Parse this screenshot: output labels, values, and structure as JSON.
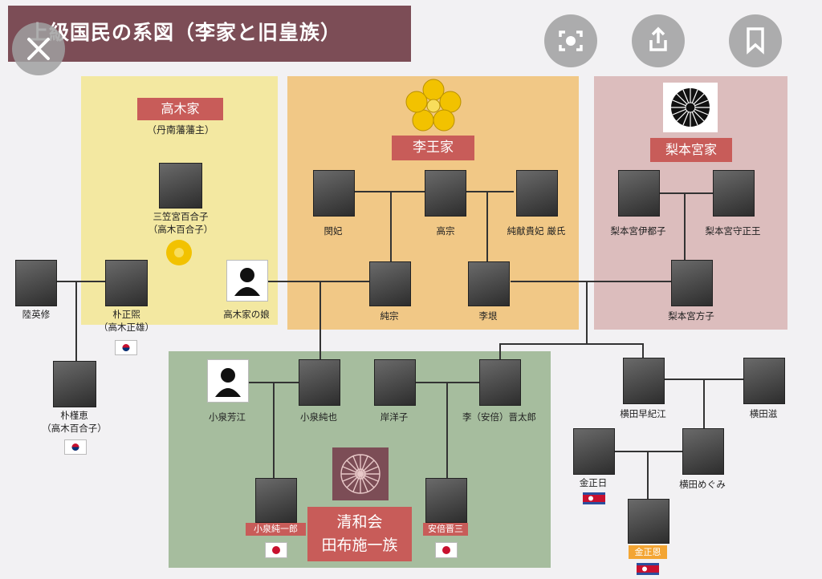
{
  "title": "上級国民の系図（李家と旧皇族）",
  "sections": {
    "takagi": {
      "label": "高木家",
      "sub": "（丹南藩藩主）"
    },
    "ri": {
      "label": "李王家"
    },
    "nashimoto": {
      "label": "梨本宮家"
    },
    "seiwa": {
      "label": "清和会",
      "label2": "田布施一族"
    }
  },
  "people": {
    "mikasa": {
      "line1": "三笠宮百合子",
      "line2": "（高木百合子）"
    },
    "riku": {
      "line1": "陸英修"
    },
    "boku": {
      "line1": "朴正煕",
      "line2": "（高木正雄）"
    },
    "parkgh": {
      "line1": "朴槿恵",
      "line2": "（高木百合子）"
    },
    "takagi_daughter": {
      "line1": "高木家の娘"
    },
    "binhi": {
      "line1": "閔妃"
    },
    "kojo": {
      "line1": "高宗"
    },
    "junken": {
      "line1": "純献貴妃 厳氏"
    },
    "junso": {
      "line1": "純宗"
    },
    "rigin": {
      "line1": "李垠"
    },
    "itsuko": {
      "line1": "梨本宮伊都子"
    },
    "morimasa": {
      "line1": "梨本宮守正王"
    },
    "masako": {
      "line1": "梨本宮方子"
    },
    "koizumi_yoshie": {
      "line1": "小泉芳江"
    },
    "koizumi_junya": {
      "line1": "小泉純也"
    },
    "kishi_yoko": {
      "line1": "岸洋子"
    },
    "abe_shintaro": {
      "line1": "李（安倍）晋太郎"
    },
    "koizumi_junichiro": {
      "line1": "小泉純一郎"
    },
    "abe_shinzo": {
      "line1": "安倍晋三"
    },
    "yokota_sakie": {
      "line1": "横田早紀江"
    },
    "yokota_shigeru": {
      "line1": "横田滋"
    },
    "kim_jongil": {
      "line1": "金正日"
    },
    "yokota_megumi": {
      "line1": "横田めぐみ"
    },
    "kim_jongun": {
      "line1": "金正恩"
    }
  },
  "colors": {
    "banner": "#7c4d56",
    "takagi_bg": "#f3e8a1",
    "ri_bg": "#f1c886",
    "nashimoto_bg": "#dcbdbd",
    "seiwa_bg": "#a6bd9e",
    "label_red": "#c85c59",
    "abe_tag": "#f3a533"
  },
  "controls": {
    "close": "close-icon",
    "lens": "lens-scan-icon",
    "share": "share-icon",
    "bookmark": "bookmark-icon"
  }
}
